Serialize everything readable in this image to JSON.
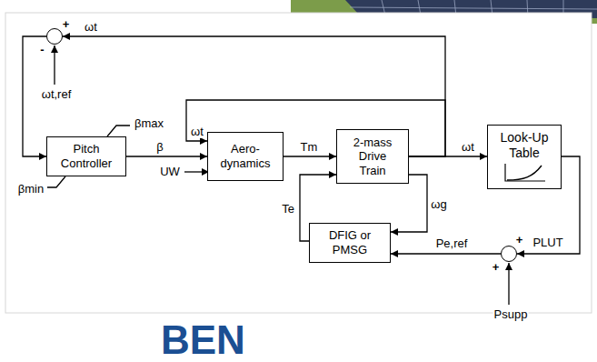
{
  "diagram": {
    "nodes": [
      {
        "text": [
          "+",
          "-"
        ]
      },
      {
        "text": [
          "Pitch Controller"
        ]
      },
      {
        "text": [
          "Aero-dynamics"
        ]
      },
      {
        "text": [
          "2-mass Drive Train"
        ]
      },
      {
        "text": [
          "Look-Up Table"
        ]
      },
      {
        "text": [
          "DFIG or PMSG"
        ]
      },
      {
        "text": [
          "+",
          "+"
        ]
      }
    ],
    "edges": [
      {
        "from": 0,
        "to": 1,
        "arrow": "to"
      },
      {
        "from": 1,
        "to": 2,
        "label": "β",
        "arrow": "to"
      },
      {
        "from": 2,
        "to": 3,
        "label": "Tm",
        "arrow": "to"
      },
      {
        "from": 3,
        "to": 4,
        "label": "ωt",
        "arrow": "to"
      },
      {
        "from": 3,
        "to": 0,
        "label": "ωt",
        "arrow": "to"
      },
      {
        "from": 3,
        "to": 2,
        "label": "ωt",
        "arrow": "to"
      },
      {
        "from": 3,
        "to": 5,
        "label": "ωg",
        "arrow": "to"
      },
      {
        "from": 5,
        "to": 3,
        "label": "Te",
        "arrow": "to"
      },
      {
        "from": 4,
        "to": 6,
        "label": "PLUT",
        "arrow": "to"
      },
      {
        "from": 6,
        "to": 5,
        "label": "Pe,ref",
        "arrow": "to"
      }
    ],
    "labels": [
      "ωt,ref",
      "βmax",
      "βmin",
      "UW",
      "Psupp",
      "BEN"
    ]
  }
}
